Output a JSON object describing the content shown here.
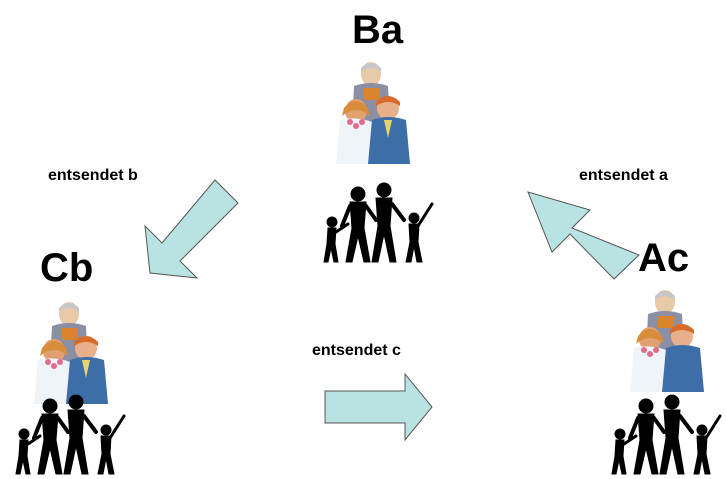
{
  "nodes": {
    "ba": {
      "label": "Ba"
    },
    "cb": {
      "label": "Cb"
    },
    "ac": {
      "label": "Ac"
    }
  },
  "edges": {
    "b": {
      "label": "entsendet b",
      "direction": "Ba to Cb"
    },
    "c": {
      "label": "entsendet c",
      "direction": "Cb to Ac"
    },
    "a": {
      "label": "entsendet a",
      "direction": "Ac to Ba"
    }
  },
  "colors": {
    "arrow_fill": "#b9e3e3",
    "arrow_stroke": "#555555",
    "figure": "#000000"
  },
  "icons": {
    "wedding": "wedding-ceremony-icon",
    "family": "family-silhouette-icon"
  }
}
